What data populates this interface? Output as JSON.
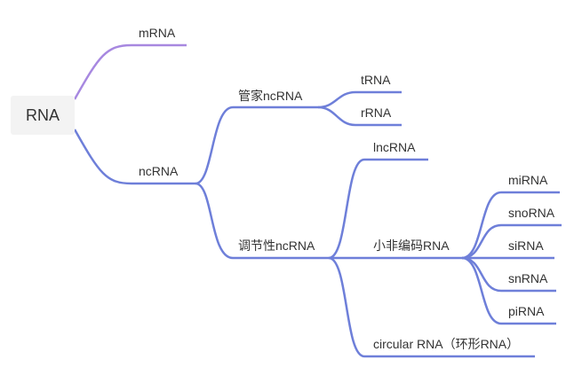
{
  "colors": {
    "branch": "#6e7fd9",
    "root_branch_top": "#a788e0",
    "root_fill": "#f3f3f3",
    "text": "#333333"
  },
  "mindmap": {
    "root": "RNA",
    "mrna": "mRNA",
    "ncrna": "ncRNA",
    "housekeeping": "管家ncRNA",
    "trna": "tRNA",
    "rrna": "rRNA",
    "regulatory": "调节性ncRNA",
    "lncrna": "lncRNA",
    "small_noncoding": "小非编码RNA",
    "mirna": "miRNA",
    "snorna": "snoRNA",
    "sirna": "siRNA",
    "snrna": "snRNA",
    "pirna": "piRNA",
    "circular": "circular RNA（环形RNA）"
  }
}
